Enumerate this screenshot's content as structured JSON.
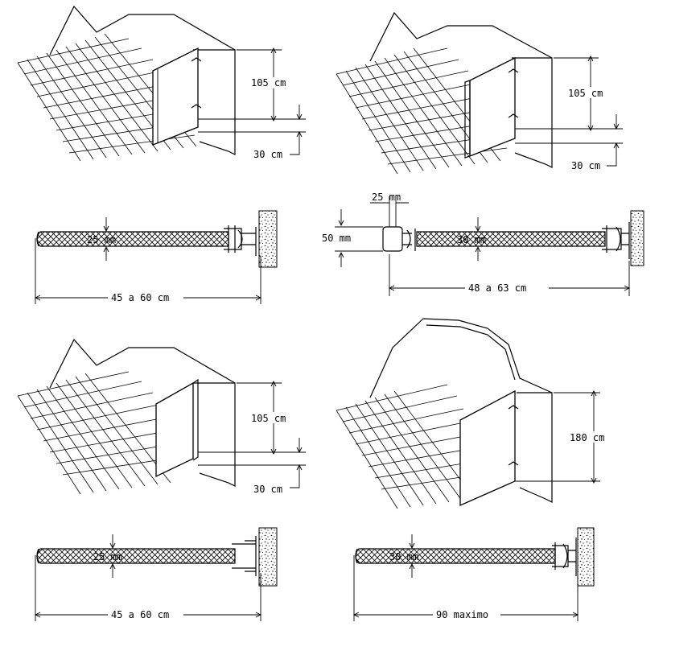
{
  "detail_1": {
    "height_label": "105 cm",
    "gap_label": "30 cm",
    "thickness_label": "25 mm",
    "length_label": "45 a 60 cm"
  },
  "detail_2": {
    "height_label": "105 cm",
    "gap_label": "30 cm",
    "edge_label": "25 mm",
    "profile_label": "50 mm",
    "thickness_label": "30 mm",
    "length_label": "48 a 63  cm"
  },
  "detail_3": {
    "height_label": "105 cm",
    "gap_label": "30 cm",
    "thickness_label": "25 mm",
    "length_label": "45 a 60 cm"
  },
  "detail_4": {
    "height_label": "180 cm",
    "thickness_label": "30 mm",
    "length_label": "90 maximo"
  }
}
